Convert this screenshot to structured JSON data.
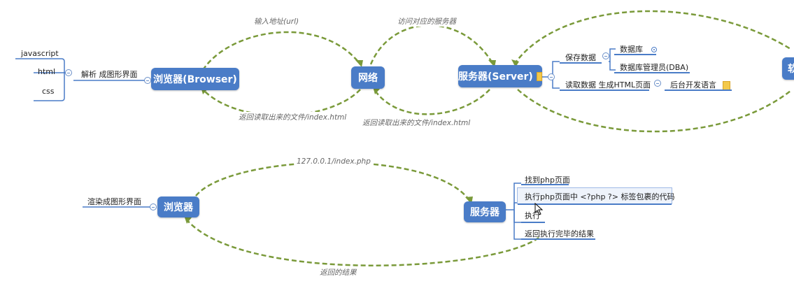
{
  "diagram_top": {
    "browser_node": "浏览器(Browser)",
    "network_node": "网络",
    "server_node": "服务器(Server)",
    "edge_node_partial": "软",
    "browser_parse_label": "解析 成图形界面",
    "browser_children": [
      "javascript",
      "html",
      "css"
    ],
    "arc_url": "输入地址(url)",
    "arc_access_server": "访问对应的服务器",
    "arc_return_1": "返回读取出来的文件/index.html",
    "arc_return_2": "返回读取出来的文件/index.html",
    "server_save": "保存数据",
    "server_save_children": [
      "数据库",
      "数据库管理员(DBA)"
    ],
    "server_read": "读取数据 生成HTML页面",
    "server_read_child": "后台开发语言"
  },
  "diagram_bottom": {
    "browser_node": "浏览器",
    "server_node": "服务器",
    "render_label": "渲染成图形界面",
    "arc_request": "127.0.0.1/index.php",
    "arc_return": "返回的结果",
    "server_steps": [
      "找到php页面",
      "执行php页面中 <?php ?> 标签包裹的代码",
      "执行",
      "返回执行完毕的结果"
    ]
  },
  "colors": {
    "node": "#4a7cc7",
    "arc": "#7a9a3a",
    "line": "#4a7cc7"
  }
}
